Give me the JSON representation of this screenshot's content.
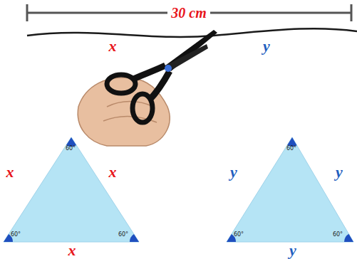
{
  "diagram": {
    "nodes": [
      {
        "text": [
          "60°",
          "60°",
          "60°",
          "x",
          "x",
          "x"
        ]
      },
      {
        "text": [
          "60°",
          "60°",
          "60°",
          "y",
          "y",
          "y"
        ]
      }
    ],
    "labels": [
      "30 cm",
      "x",
      "y"
    ]
  }
}
